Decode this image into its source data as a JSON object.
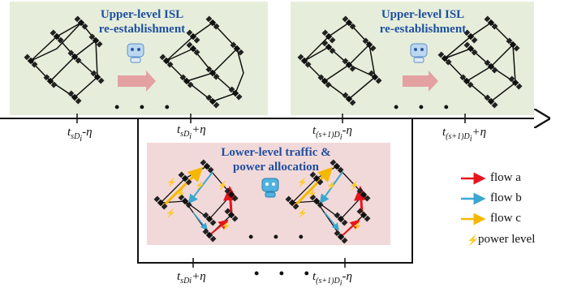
{
  "top_panels": [
    {
      "title_line1": "Upper-level ISL",
      "title_line2": "re-establishment"
    },
    {
      "title_line1": "Upper-level ISL",
      "title_line2": "re-establishment"
    }
  ],
  "bottom_panel": {
    "title_line1": "Lower-level traffic &",
    "title_line2": "power allocation"
  },
  "timeline_top": [
    {
      "base": "t",
      "sub": "sD",
      "subsub": "i",
      "suffix": "-η"
    },
    {
      "base": "t",
      "sub": "sD",
      "subsub": "i",
      "suffix": "+η"
    },
    {
      "base": "t",
      "sub": "(s+1)D",
      "subsub": "i",
      "suffix": "-η"
    },
    {
      "base": "t",
      "sub": "(s+1)D",
      "subsub": "i",
      "suffix": "+η"
    }
  ],
  "timeline_bottom": [
    {
      "base": "t",
      "sub": "sDi",
      "subsub": "",
      "suffix": "+η"
    },
    {
      "base": "t",
      "sub": "(s+1)D",
      "subsub": "i",
      "suffix": "-η"
    }
  ],
  "dots_text": "• • •",
  "legend": [
    {
      "label": "flow a",
      "color": "#e8141c",
      "icon": "red-arrow-icon"
    },
    {
      "label": "flow b",
      "color": "#3aa7d1",
      "icon": "blue-arrow-icon"
    },
    {
      "label": "flow c",
      "color": "#f5b800",
      "icon": "yellow-arrow-icon"
    },
    {
      "label": "power level",
      "color": "#7a4fc9",
      "icon": "lightning-icon"
    }
  ],
  "colors": {
    "top_panel_bg": "#e6eedb",
    "bottom_panel_bg": "#f2d9d9",
    "title_blue": "#1f4fa0",
    "process_arrow": "#e3a1a1"
  }
}
